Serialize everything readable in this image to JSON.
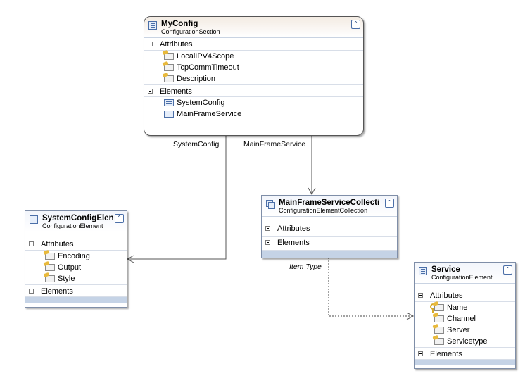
{
  "shapes": {
    "myconfig": {
      "title": "MyConfig",
      "subtitle": "ConfigurationSection",
      "attributes_label": "Attributes",
      "attributes": [
        "LocalIPV4Scope",
        "TcpCommTimeout",
        "Description"
      ],
      "elements_label": "Elements",
      "elements": [
        "SystemConfig",
        "MainFrameService"
      ]
    },
    "systemconfig": {
      "title": "SystemConfigElen",
      "subtitle": "ConfigurationElement",
      "attributes_label": "Attributes",
      "attributes": [
        "Encoding",
        "Output",
        "Style"
      ],
      "elements_label": "Elements"
    },
    "mainframe": {
      "title": "MainFrameServiceCollecti",
      "subtitle": "ConfigurationElementCollection",
      "attributes_label": "Attributes",
      "elements_label": "Elements"
    },
    "service": {
      "title": "Service",
      "subtitle": "ConfigurationElement",
      "attributes_label": "Attributes",
      "attributes": [
        "Name",
        "Channel",
        "Server",
        "Servicetype"
      ],
      "elements_label": "Elements"
    }
  },
  "connectors": {
    "systemconfig_label": "SystemConfig",
    "mainframeservice_label": "MainFrameService",
    "item_type_label": "Item Type"
  },
  "icons": {
    "collapse": "double-chevron-up-icon",
    "section_toggle": "minus-box-icon",
    "attribute": "property-icon",
    "element": "element-icon",
    "key": "key-icon"
  },
  "colors": {
    "header_bar": "#c5d3e6",
    "border": "#7f8ea8",
    "connector": "#555555"
  }
}
